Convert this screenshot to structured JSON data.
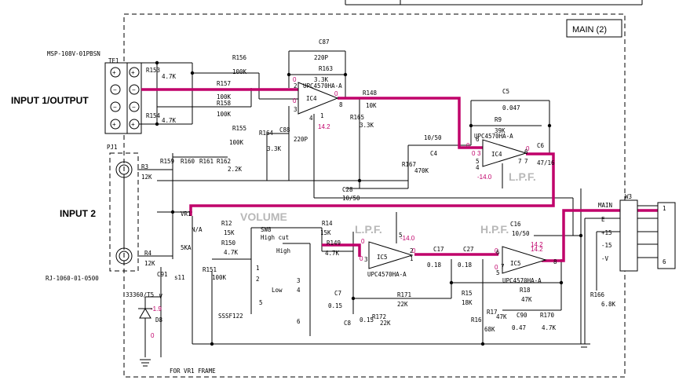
{
  "frame": {
    "title": "MAIN (2)",
    "footer": "FOR VR1 FRAME"
  },
  "inputs": {
    "input1": "INPUT 1/OUTPUT",
    "input2": "INPUT 2",
    "te1_part": "MSP-108V-01PBSN",
    "te1": "TE1",
    "pj1": "PJ1",
    "pj1_part": "RJ-1060-01-0500"
  },
  "components": {
    "r153": "R153",
    "r153v": "4.7K",
    "r154": "R154",
    "r154v": "4.7K",
    "r156": "R156",
    "r156v": "100K",
    "r157": "R157",
    "r157v": "100K",
    "r158": "R158",
    "r158v": "100K",
    "r155": "R155",
    "r155v": "100K",
    "c87": "C87",
    "c87v": "220P",
    "r163": "R163",
    "r163v": "3.3K",
    "ic4_top": "UPC4570HA-A",
    "ic4": "IC4",
    "r148": "R148",
    "r148v": "10K",
    "r165": "R165",
    "r165v": "3.3K",
    "r164": "R164",
    "r164v": "3.3K",
    "c88": "C88",
    "c88v": "220P",
    "c5": "C5",
    "c5v": "0.047",
    "r9": "R9",
    "r9v": "39K",
    "ic4b_part": "UPC4570HA-A",
    "ic4b": "IC4",
    "c6": "C6",
    "c6v": "47/16",
    "c4v": "10/50",
    "c4": "C4",
    "r167": "R167",
    "r167v": "470K",
    "c28": "C28",
    "c28v": "10/50",
    "r3": "R3",
    "r3v": "12K",
    "r4": "R4",
    "r4v": "12K",
    "r159": "R159",
    "r160": "R160",
    "r161": "R161",
    "r162": "R162",
    "r2k2": "2.2K",
    "vr1": "VR1",
    "vr1v": "5KA",
    "vr1ab": "N/A",
    "r12": "R12",
    "r12v": "15K",
    "r150": "R150",
    "r150v": "4.7K",
    "sw8": "SW8",
    "sw8b": "High cut",
    "sw_high": "High",
    "sw_low": "Low",
    "sw_part": "SSSF122",
    "r151": "R151",
    "r151v": "100K",
    "c91": "C91",
    "c91v": "s11",
    "r14": "R14",
    "r14v": "15K",
    "r149": "R149",
    "r149v": "4.7K",
    "ic5": "IC5",
    "ic5_part": "UPC4570HA-A",
    "c17": "C17",
    "c17v": "0.18",
    "c27": "C27",
    "c27v": "0.18",
    "c7": "C7",
    "c7v": "0.15",
    "c8": "C8",
    "c8v": "0.15",
    "r171": "R171",
    "r171v": "22K",
    "r172": "R172",
    "r172v": "22K",
    "c16": "C16",
    "c16v": "10/50",
    "ic5b": "IC5",
    "ic5b_part": "UPC4570HA-A",
    "r15": "R15",
    "r15v": "18K",
    "r18": "R18",
    "r18v": "47K",
    "r16": "R16",
    "r16v": "68K",
    "r17": "R17",
    "r17v": "47K",
    "c90": "C90",
    "c90v": "0.47",
    "r170": "R170",
    "r170v": "4.7K",
    "r166": "R166",
    "r166v": "6.8K",
    "d8": "D8",
    "d8_part": "33360/T5",
    "neg_v": "-V",
    "w3": "W3",
    "w3_main": "MAIN",
    "w3_e": "E",
    "w3_p15": "+15",
    "w3_m15": "-15",
    "w3_mv": "-V"
  },
  "blocks": {
    "volume": "VOLUME",
    "lpf1": "L.P.F.",
    "lpf2": "L.P.F.",
    "hpf": "H.P.F."
  },
  "voltages": {
    "v0a": "0",
    "v0b": "0",
    "v0c": "0",
    "v142": "14.2",
    "v0d": "0",
    "v0e": "0",
    "v3": "3",
    "v0f": "0",
    "v_14a": "-14.0",
    "v142b": "14.2",
    "v0g": "0",
    "v_14b": "-14.0",
    "v0h": "0",
    "v0i": "0",
    "v0j": "0",
    "v0k": "0",
    "v142c": "14.2",
    "v_19": "-1.9",
    "v0l": "0"
  },
  "pins": {
    "p2": "2",
    "p3": "3",
    "p8": "8",
    "p1": "1",
    "p4": "4",
    "p6": "6",
    "p5": "5",
    "p7": "7",
    "p4b": "4",
    "p6b": "6",
    "p5b": "5",
    "p7b": "7",
    "p8b": "8",
    "p2b": "2",
    "p3b": "3",
    "p1b": "1",
    "p5c": "5",
    "p6c": "6",
    "p7c": "7",
    "s1": "1",
    "s2": "2",
    "s3": "3",
    "s4": "4",
    "s5": "5",
    "s6": "6",
    "w3_1": "1",
    "w3_6": "6"
  }
}
